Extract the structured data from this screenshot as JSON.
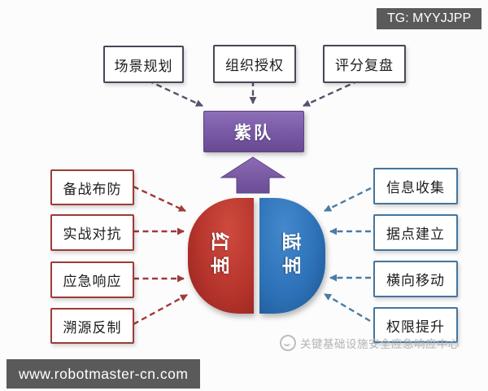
{
  "overlays": {
    "tg_badge": "TG: MYYJJPP",
    "website_bar": "www.robotmaster-cn.com",
    "watermark_text": "关键基础设施安全应急响应中心"
  },
  "diagram": {
    "purple_team": {
      "label": "紫队",
      "fill": "#7a5ca8"
    },
    "red_team": {
      "label": "红军",
      "fill": "#b5342c"
    },
    "blue_team": {
      "label": "蓝军",
      "fill": "#2d72b8"
    },
    "purple_inputs": [
      "场景规划",
      "组织授权",
      "评分复盘"
    ],
    "red_activities": [
      "备战布防",
      "实战对抗",
      "应急响应",
      "溯源反制"
    ],
    "blue_activities": [
      "信息收集",
      "据点建立",
      "横向移动",
      "权限提升"
    ],
    "colors": {
      "purple_arrow": "#7a58a5",
      "gray_connector": "#55536b",
      "red_connector": "#9e3b38",
      "blue_connector": "#4d7ba3",
      "top_box_border": "#474756",
      "red_box_border": "#9e3b38",
      "blue_box_border": "#45759e",
      "badge_bg": "#5a5a5a",
      "watermark_gray": "#b3b3b3"
    }
  }
}
